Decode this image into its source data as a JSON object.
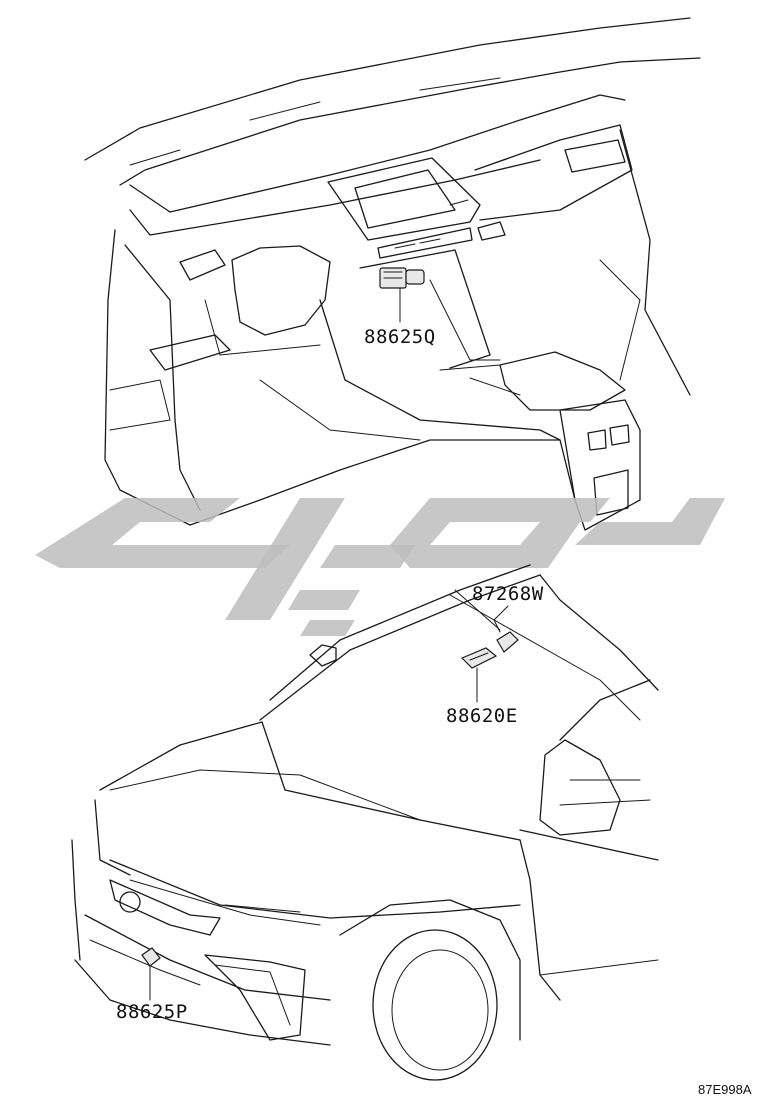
{
  "parts": {
    "p1": "88625Q",
    "p2": "87268W",
    "p3": "88620E",
    "p4": "88625P"
  },
  "figure_ref": "87E998A",
  "watermark": "logo-watermark"
}
